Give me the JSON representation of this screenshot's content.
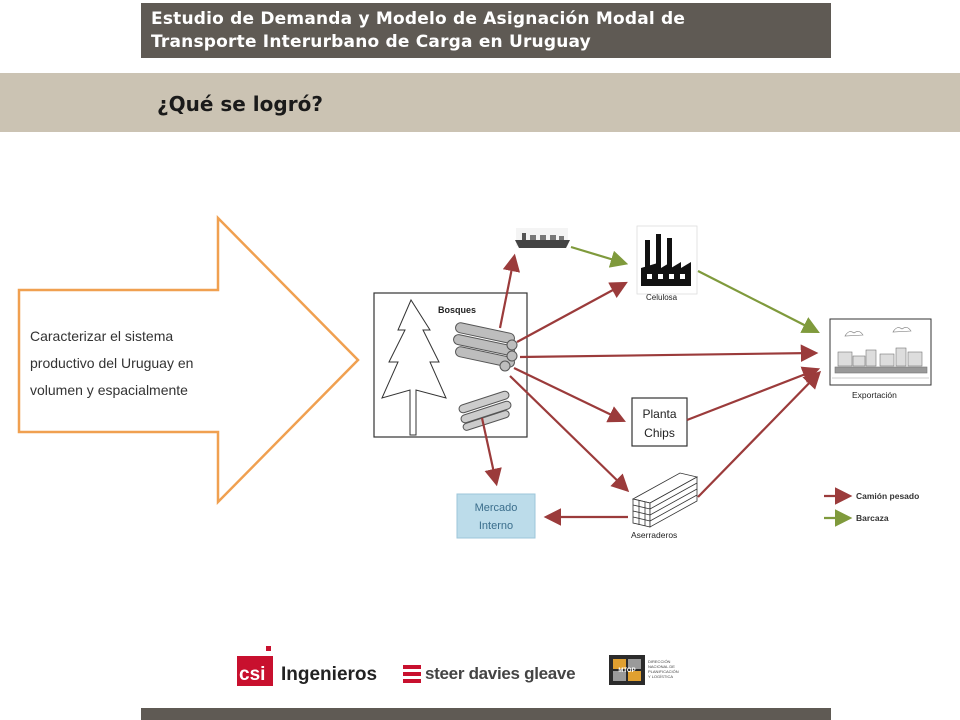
{
  "header": {
    "title_line1": "Estudio de Demanda y Modelo de Asignación Modal de",
    "title_line2": "Transporte Interurbano de Carga en Uruguay",
    "subtitle": "¿Qué se logró?"
  },
  "arrow_text": {
    "line1": "Caracterizar el sistema",
    "line2": "productivo del Uruguay en",
    "line3": "volumen y espacialmente"
  },
  "diagram": {
    "nodes": {
      "bosques": "Bosques",
      "celulosa": "Celulosa",
      "exportacion": "Exportación",
      "planta_chips_line1": "Planta",
      "planta_chips_line2": "Chips",
      "mercado_line1": "Mercado",
      "mercado_line2": "Interno",
      "aserraderos": "Aserraderos"
    },
    "legend": {
      "truck": "Camión pesado",
      "barge": "Barcaza"
    },
    "colors": {
      "truck": "#9b3b3b",
      "barge": "#7f9a3c",
      "arrow_outline": "#f0a050",
      "mercado_fill": "#bcdcea"
    }
  },
  "logos": {
    "csi": "csi",
    "ingenieros": "Ingenieros",
    "steer": "steer davies gleave",
    "mtop": "MTOP",
    "mtop_text1": "DIRECCIÓN",
    "mtop_text2": "NACIONAL DE",
    "mtop_text3": "PLANIFICACIÓN",
    "mtop_text4": "Y LOGÍSTICA"
  }
}
